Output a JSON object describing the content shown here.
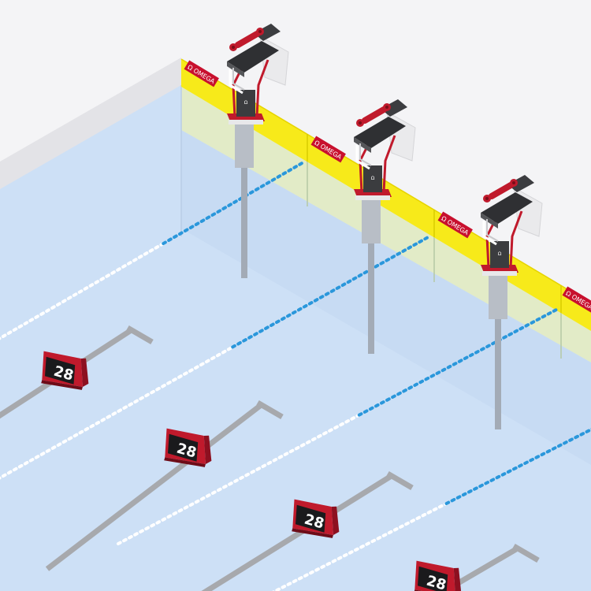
{
  "brand": {
    "name": "OMEGA",
    "symbol": "Ω"
  },
  "lap_counter": {
    "value": "28"
  },
  "colors": {
    "background": "#f4f4f6",
    "deck": "#e4e4e8",
    "water": "#cfe0f5",
    "wall_upper": "#d4e4f5",
    "wall_band": "#dbe8c6",
    "coping": "#f7ea1a",
    "brand_red": "#c8102e",
    "lane_line": "#a7a9ad",
    "rope_white": "#ffffff",
    "rope_blue": "#2a97db",
    "counter_body": "#c01a2c",
    "block_dark": "#3b3c3f"
  },
  "lanes": [
    {
      "name": "lane-1",
      "has_block": true
    },
    {
      "name": "lane-2",
      "has_block": true
    },
    {
      "name": "lane-3",
      "has_block": true
    },
    {
      "name": "lane-4",
      "has_block": false
    }
  ]
}
